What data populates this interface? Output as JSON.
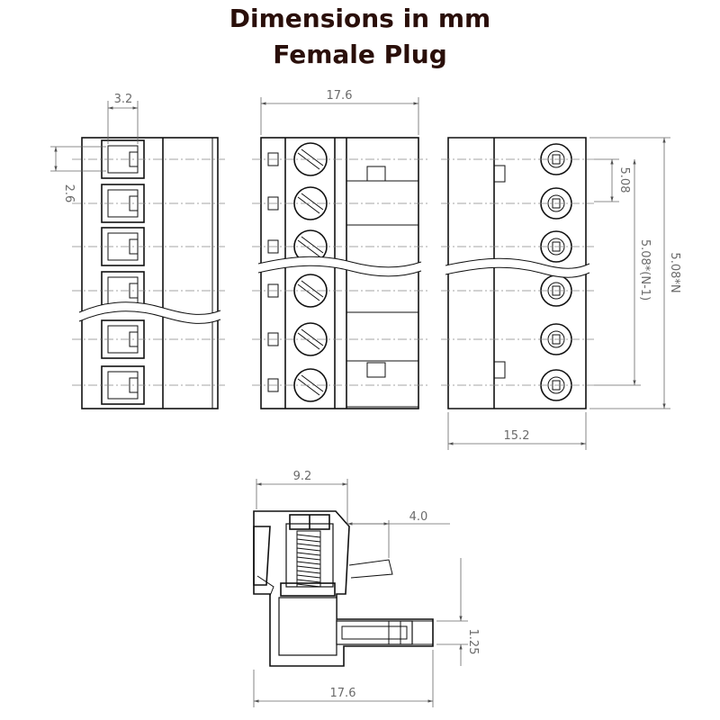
{
  "title": {
    "line1": "Dimensions in mm",
    "line2": "Female Plug"
  },
  "dimensions": {
    "pitch_window_width": "3.2",
    "window_height": "2.6",
    "top_width": "17.6",
    "pitch": "5.08",
    "pitch_span": "5.08*(N-1)",
    "total_length": "5.08*N",
    "side_width": "15.2",
    "section_top_width": "9.2",
    "screw_offset": "4.0",
    "pin_diameter": "1.25",
    "section_total_width": "17.6"
  }
}
